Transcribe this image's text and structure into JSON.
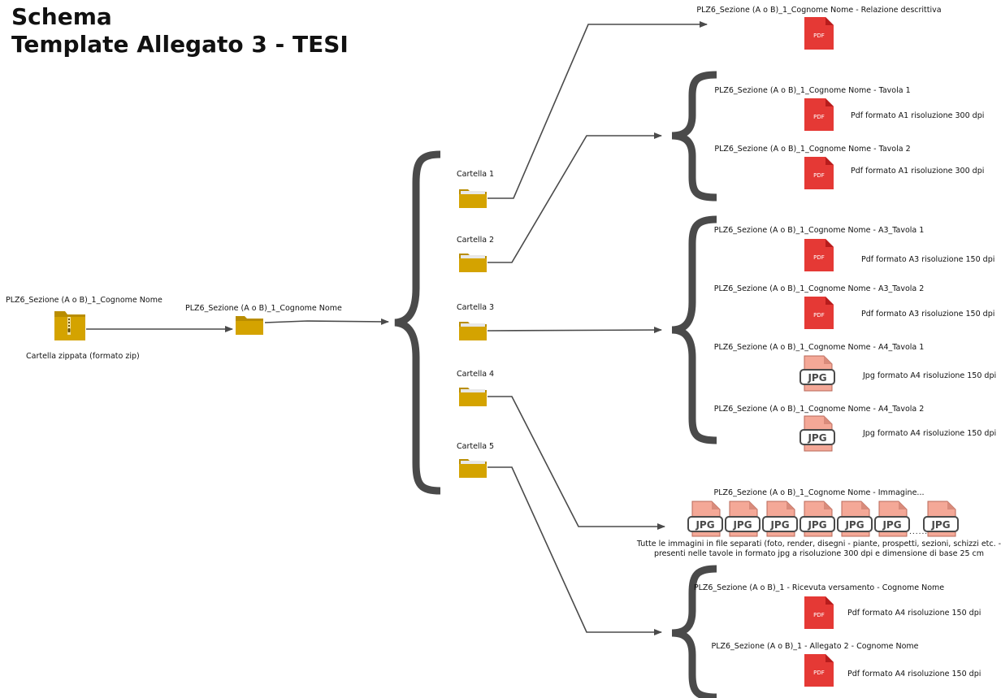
{
  "title": {
    "line1": "Schema",
    "line2": "Template Allegato 3 - TESI"
  },
  "root": {
    "label": "PLZ6_Sezione (A o B)_1_Cognome Nome",
    "caption": "Cartella zippata (formato zip)",
    "icon": "zip-folder-icon"
  },
  "unzipped": {
    "label": "PLZ6_Sezione (A o B)_1_Cognome Nome",
    "icon": "folder-icon"
  },
  "folders": [
    {
      "label": "Cartella 1"
    },
    {
      "label": "Cartella 2"
    },
    {
      "label": "Cartella 3"
    },
    {
      "label": "Cartella 4"
    },
    {
      "label": "Cartella 5"
    }
  ],
  "files": [
    {
      "name": "PLZ6_Sezione (A o B)_1_Cognome Nome - Relazione descrittiva",
      "type": "PDF",
      "note": ""
    },
    {
      "name": "PLZ6_Sezione (A o B)_1_Cognome Nome - Tavola 1",
      "type": "PDF",
      "note": "Pdf formato A1 risoluzione 300 dpi"
    },
    {
      "name": "PLZ6_Sezione (A o B)_1_Cognome Nome - Tavola 2",
      "type": "PDF",
      "note": "Pdf formato A1 risoluzione 300 dpi"
    },
    {
      "name": "PLZ6_Sezione (A o B)_1_Cognome Nome - A3_Tavola 1",
      "type": "PDF",
      "note": "Pdf formato A3 risoluzione 150 dpi"
    },
    {
      "name": "PLZ6_Sezione (A o B)_1_Cognome Nome - A3_Tavola 2",
      "type": "PDF",
      "note": "Pdf formato A3 risoluzione 150 dpi"
    },
    {
      "name": "PLZ6_Sezione (A o B)_1_Cognome Nome - A4_Tavola 1",
      "type": "JPG",
      "note": "Jpg formato A4 risoluzione 150 dpi"
    },
    {
      "name": "PLZ6_Sezione (A o B)_1_Cognome Nome - A4_Tavola 2",
      "type": "JPG",
      "note": "Jpg formato A4 risoluzione 150 dpi"
    },
    {
      "name": "PLZ6_Sezione (A o B)_1 - Ricevuta versamento - Cognome Nome",
      "type": "PDF",
      "note": "Pdf formato A4 risoluzione 150 dpi"
    },
    {
      "name": "PLZ6_Sezione (A o B)_1 - Allegato 2 - Cognome Nome",
      "type": "PDF",
      "note": "Pdf formato A4 risoluzione 150 dpi"
    }
  ],
  "images": {
    "label": "PLZ6_Sezione (A o B)_1_Cognome Nome - Immagine...",
    "description_line1": "Tutte le immagini in file separati (foto, render, disegni - piante, prospetti, sezioni, schizzi etc. -",
    "description_line2": "presenti nelle tavole in formato jpg a risoluzione 300 dpi e dimensione di base 25 cm",
    "ellipsis": "........",
    "badge": "JPG"
  },
  "icon_labels": {
    "pdf": "PDF",
    "jpg": "JPG"
  },
  "colors": {
    "folder": "#d4a300",
    "folder_dark": "#b98d00",
    "pdf_red": "#e53935",
    "jpg_pink": "#f4a897",
    "line": "#4a4a4a",
    "brace": "#4a4a4a"
  }
}
